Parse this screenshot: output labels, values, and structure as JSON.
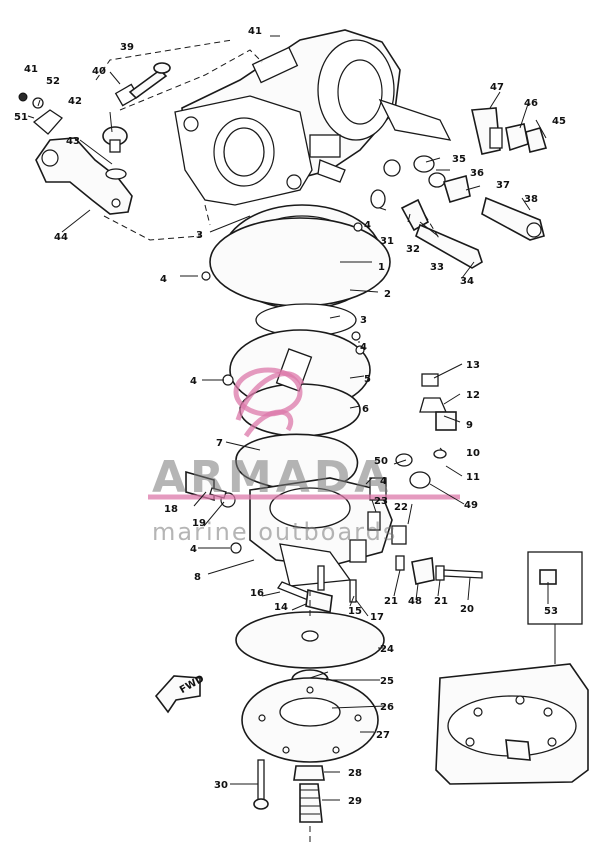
{
  "diagram": {
    "watermark": {
      "brand": "ARMADA",
      "subtitle": "marine outboards"
    },
    "direction_label": "FWD",
    "callouts": [
      "1",
      "2",
      "3",
      "4",
      "5",
      "6",
      "7",
      "8",
      "9",
      "10",
      "11",
      "12",
      "13",
      "14",
      "15",
      "16",
      "17",
      "18",
      "19",
      "20",
      "21",
      "22",
      "23",
      "24",
      "25",
      "26",
      "27",
      "28",
      "29",
      "30",
      "31",
      "32",
      "33",
      "34",
      "35",
      "36",
      "37",
      "38",
      "39",
      "40",
      "41",
      "42",
      "43",
      "44",
      "45",
      "46",
      "47",
      "48",
      "49",
      "50",
      "51",
      "52",
      "53"
    ]
  }
}
